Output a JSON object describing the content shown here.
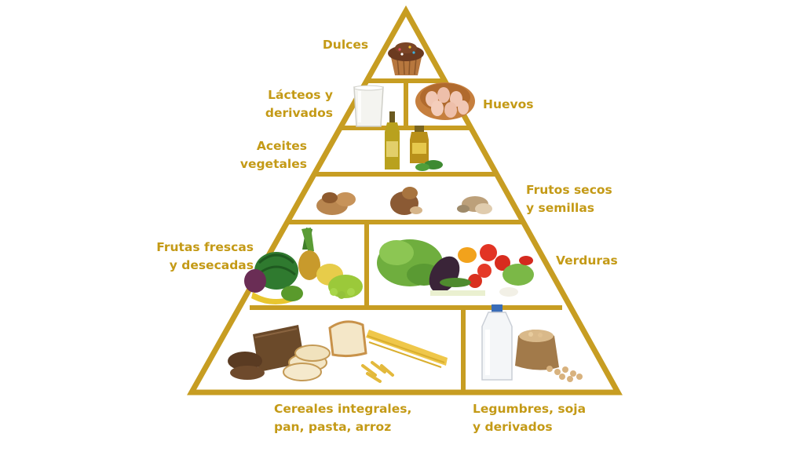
{
  "colors": {
    "pyramid_frame": "#c79d22",
    "label_text": "#c49a16",
    "background": "#ffffff"
  },
  "labels": {
    "dulces": "Dulces",
    "lacteos_1": "Lácteos y",
    "lacteos_2": "derivados",
    "huevos": "Huevos",
    "aceites_1": "Aceites",
    "aceites_2": "vegetales",
    "frutos_secos_1": "Frutos secos",
    "frutos_secos_2": "y semillas",
    "frutas_1": "Frutas frescas",
    "frutas_2": "y desecadas",
    "verduras": "Verduras",
    "cereales_1": "Cereales integrales,",
    "cereales_2": "pan, pasta, arroz",
    "legumbres_1": "Legumbres, soja",
    "legumbres_2": "y derivados"
  },
  "food_icons": [
    "cupcake-icon",
    "milk-glass-icon",
    "egg-basket-icon",
    "olive-oil-bottle-icon",
    "nuts-icon",
    "fruit-bundle-icon",
    "vegetables-icon",
    "bread-pasta-icon",
    "milk-bottle-icon",
    "legumes-sack-icon"
  ]
}
